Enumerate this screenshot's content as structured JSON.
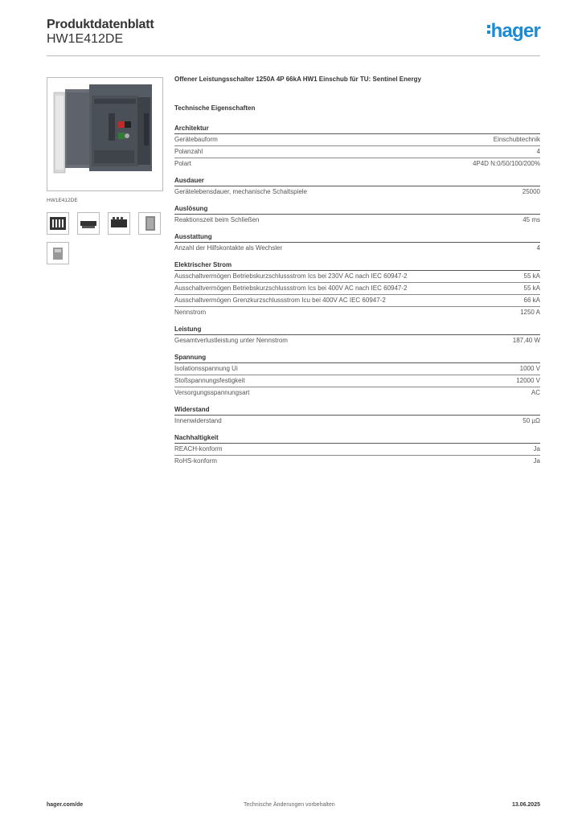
{
  "header": {
    "title": "Produktdatenblatt",
    "code": "HW1E412DE",
    "logo_text": "hager",
    "logo_color": "#1a8bd4"
  },
  "sidebar": {
    "caption": "HW1E412DE"
  },
  "product": {
    "title": "Offener Leistungsschalter 1250A 4P 66kA HW1 Einschub für TU: Sentinel Energy",
    "section_heading": "Technische Eigenschaften"
  },
  "groups": [
    {
      "title": "Architektur",
      "rows": [
        {
          "label": "Gerätebauform",
          "value": "Einschubtechnik"
        },
        {
          "label": "Polanzahl",
          "value": "4"
        },
        {
          "label": "Polart",
          "value": "4P4D N:0/50/100/200%"
        }
      ]
    },
    {
      "title": "Ausdauer",
      "rows": [
        {
          "label": "Gerätelebensdauer, mechanische Schaltspiele",
          "value": "25000"
        }
      ]
    },
    {
      "title": "Auslösung",
      "rows": [
        {
          "label": "Reaktionszeit beim Schließen",
          "value": "45 ms"
        }
      ]
    },
    {
      "title": "Ausstattung",
      "rows": [
        {
          "label": "Anzahl der Hilfskontakte als Wechsler",
          "value": "4"
        }
      ]
    },
    {
      "title": "Elektrischer Strom",
      "rows": [
        {
          "label": "Ausschaltvermögen Betriebskurzschlussstrom Ics bei 230V AC nach IEC 60947-2",
          "value": "55 kA"
        },
        {
          "label": "Ausschaltvermögen Betriebskurzschlussstrom Ics bei 400V AC nach IEC 60947-2",
          "value": "55 kA"
        },
        {
          "label": "Ausschaltvermögen Grenzkurzschlussstrom Icu bei 400V AC IEC 60947-2",
          "value": "66 kA"
        },
        {
          "label": "Nennstrom",
          "value": "1250 A"
        }
      ]
    },
    {
      "title": "Leistung",
      "rows": [
        {
          "label": "Gesamtverlustleistung unter Nennstrom",
          "value": "187,40 W"
        }
      ]
    },
    {
      "title": "Spannung",
      "rows": [
        {
          "label": "Isolationsspannung Ui",
          "value": "1000 V"
        },
        {
          "label": "Stoßspannungsfestigkeit",
          "value": "12000 V"
        },
        {
          "label": "Versorgungsspannungsart",
          "value": "AC"
        }
      ]
    },
    {
      "title": "Widerstand",
      "rows": [
        {
          "label": "Innenwiderstand",
          "value": "50 µΩ"
        }
      ]
    },
    {
      "title": "Nachhaltigkeit",
      "rows": [
        {
          "label": "REACH-konform",
          "value": "Ja"
        },
        {
          "label": "RoHS-konform",
          "value": "Ja"
        }
      ]
    }
  ],
  "footer": {
    "url": "hager.com/de",
    "note": "Technische Änderungen vorbehalten",
    "date": "13.06.2025"
  }
}
